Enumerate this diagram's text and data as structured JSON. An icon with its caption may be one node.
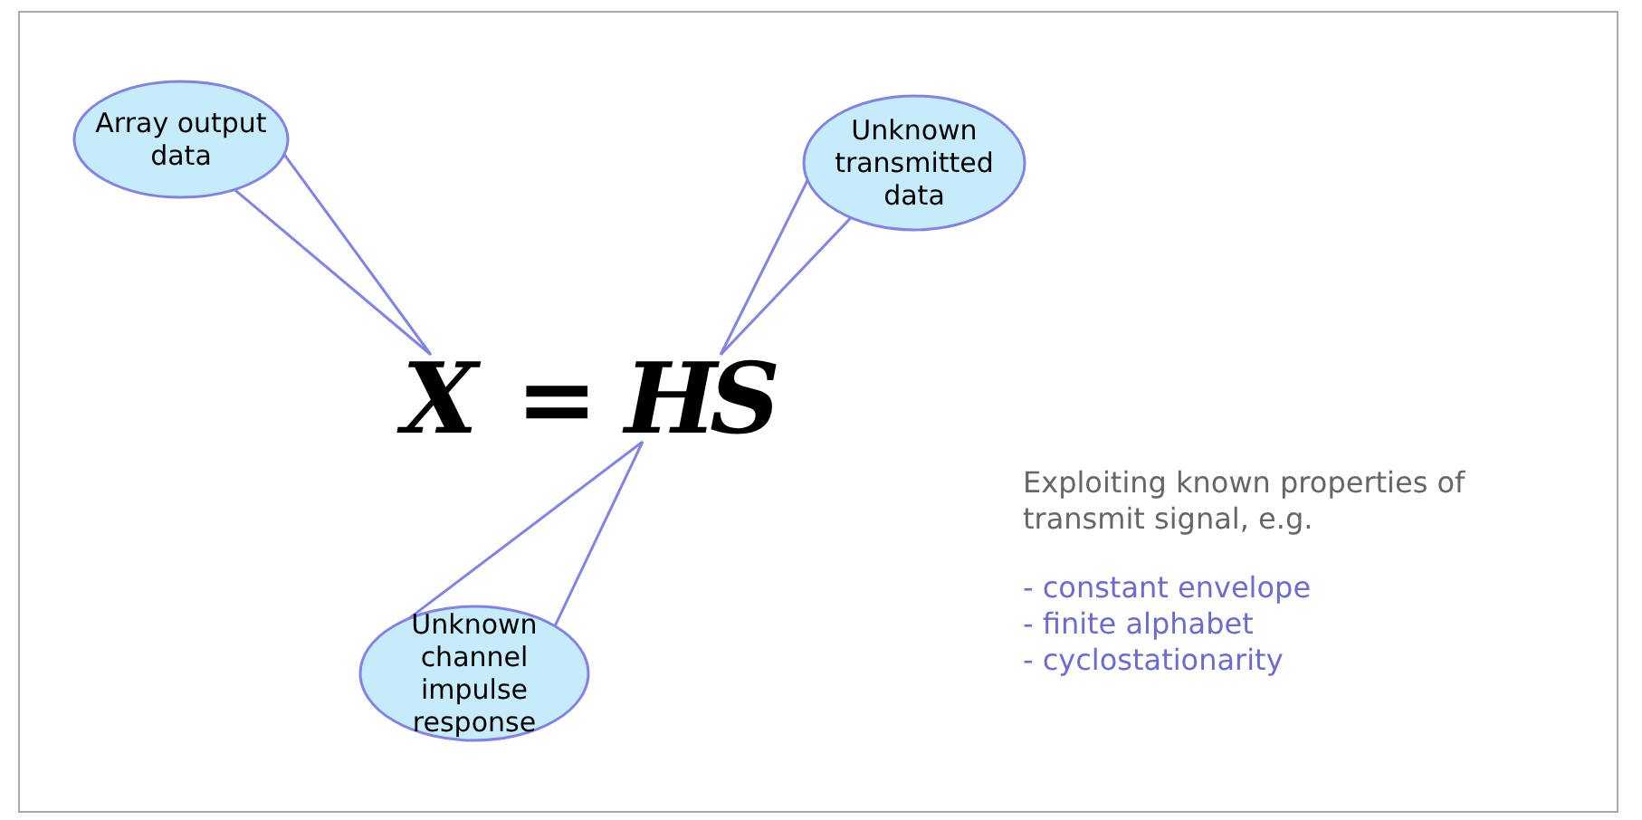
{
  "diagram": {
    "nodes": [
      {
        "text": [
          "Array output data"
        ]
      },
      {
        "text": [
          "Unknown transmitted data"
        ]
      },
      {
        "text": [
          "Unknown channel impulse response"
        ]
      },
      {
        "text": [
          "X"
        ]
      },
      {
        "text": [
          "H"
        ]
      },
      {
        "text": [
          "S"
        ]
      }
    ],
    "edges": [
      {
        "from": 0,
        "to": 3,
        "arrow": "none"
      },
      {
        "from": 1,
        "to": 5,
        "arrow": "none"
      },
      {
        "from": 2,
        "to": 4,
        "arrow": "none"
      }
    ],
    "labels": [
      "=",
      "Exploiting known properties of transmit signal, e.g.",
      "- constant envelope",
      "- finite alphabet",
      "- cyclostationarity"
    ]
  }
}
